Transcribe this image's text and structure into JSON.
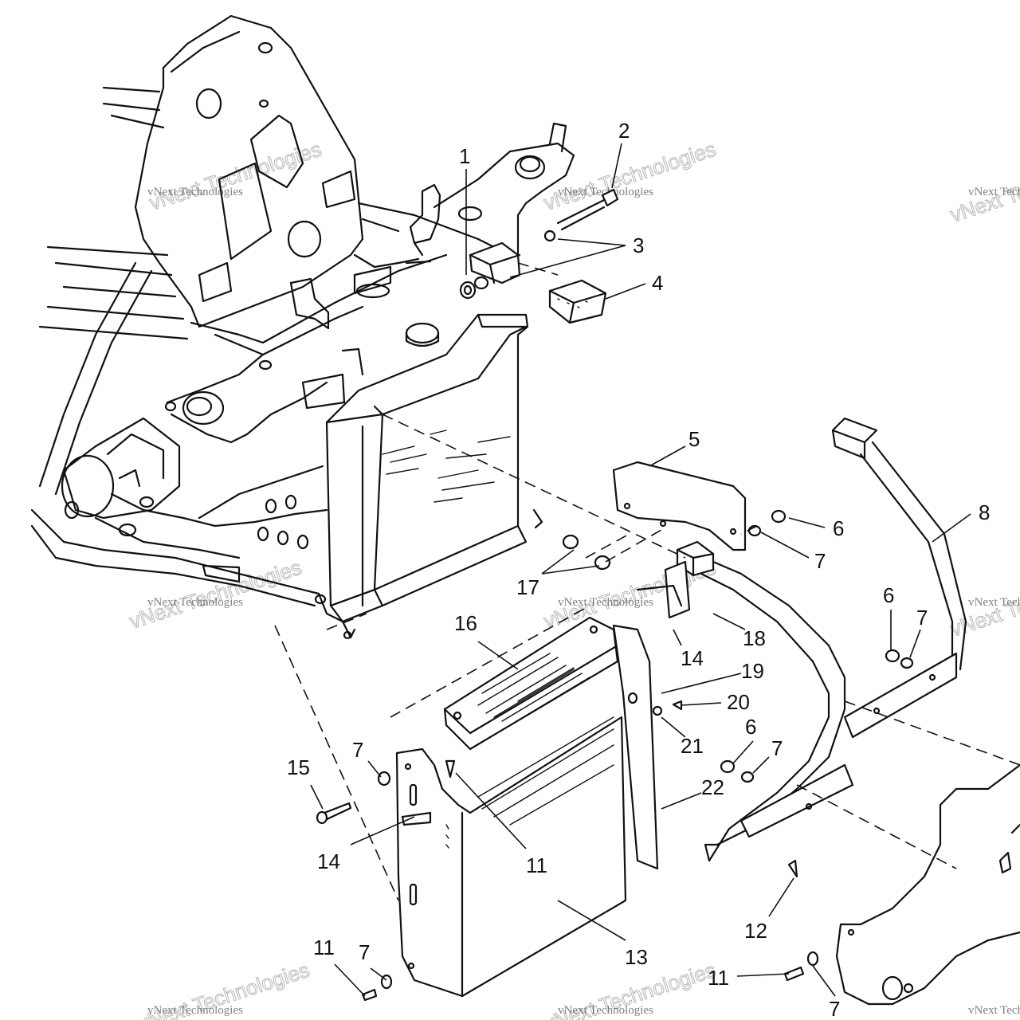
{
  "watermark": {
    "line1": "vNext Technologies",
    "line2_outline": "vNext Technologies"
  },
  "callouts": [
    "1",
    "2",
    "3",
    "4",
    "5",
    "6",
    "7",
    "8",
    "6",
    "7",
    "17",
    "18",
    "14",
    "16",
    "19",
    "20",
    "21",
    "6",
    "7",
    "22",
    "15",
    "7",
    "14",
    "11",
    "13",
    "12",
    "11",
    "7",
    "11",
    "7"
  ]
}
